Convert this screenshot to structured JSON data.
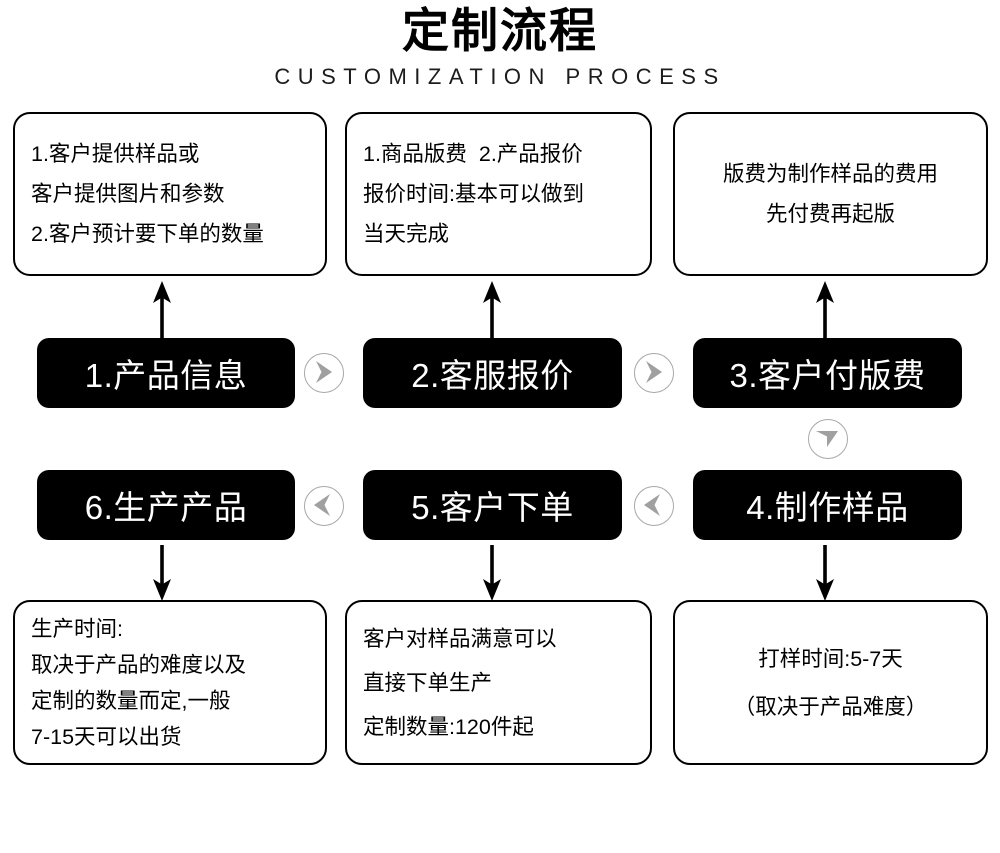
{
  "header": {
    "title": "定制流程",
    "subtitle": "CUSTOMIZATION PROCESS"
  },
  "colors": {
    "step_bg": "#000000",
    "step_text": "#ffffff",
    "card_border": "#000000",
    "card_bg": "#ffffff",
    "connector_circle": "#a8a8a8",
    "connector_arrow": "#000000",
    "page_bg": "#ffffff"
  },
  "steps": [
    {
      "id": "step-1",
      "label": "1.产品信息"
    },
    {
      "id": "step-2",
      "label": "2.客服报价"
    },
    {
      "id": "step-3",
      "label": "3.客户付版费"
    },
    {
      "id": "step-4",
      "label": "4.制作样品"
    },
    {
      "id": "step-5",
      "label": "5.客户下单"
    },
    {
      "id": "step-6",
      "label": "6.生产产品"
    }
  ],
  "top_cards": [
    {
      "id": "card-product-info",
      "align": "left",
      "lines": [
        "1.客户提供样品或",
        "客户提供图片和参数",
        "2.客户预计要下单的数量"
      ]
    },
    {
      "id": "card-quotation",
      "align": "left",
      "lines": [
        "1.商品版费  2.产品报价",
        "报价时间:基本可以做到",
        "当天完成"
      ]
    },
    {
      "id": "card-plate-fee",
      "align": "center",
      "lines": [
        "版费为制作样品的费用",
        "先付费再起版"
      ]
    }
  ],
  "bottom_cards": [
    {
      "id": "card-production-time",
      "align": "left",
      "lines": [
        "生产时间:",
        "取决于产品的难度以及",
        "定制的数量而定,一般",
        "7-15天可以出货"
      ]
    },
    {
      "id": "card-order-placing",
      "align": "left",
      "lines": [
        "客户对样品满意可以",
        "直接下单生产",
        "定制数量:120件起"
      ]
    },
    {
      "id": "card-sampling-time",
      "align": "center",
      "lines": [
        "打样时间:5-7天",
        "（取决于产品难度）"
      ]
    }
  ],
  "connectors": [
    {
      "id": "circle-arrow-right-1",
      "icon": "chevron-right-circle-icon"
    },
    {
      "id": "circle-arrow-right-2",
      "icon": "chevron-right-circle-icon"
    },
    {
      "id": "circle-arrow-down-1",
      "icon": "chevron-down-circle-icon"
    },
    {
      "id": "circle-arrow-left-1",
      "icon": "chevron-left-circle-icon"
    },
    {
      "id": "circle-arrow-left-2",
      "icon": "chevron-left-circle-icon"
    },
    {
      "id": "arrow-up-1",
      "icon": "arrow-up-icon"
    },
    {
      "id": "arrow-up-2",
      "icon": "arrow-up-icon"
    },
    {
      "id": "arrow-up-3",
      "icon": "arrow-up-icon"
    },
    {
      "id": "arrow-down-1",
      "icon": "arrow-down-icon"
    },
    {
      "id": "arrow-down-2",
      "icon": "arrow-down-icon"
    },
    {
      "id": "arrow-down-3",
      "icon": "arrow-down-icon"
    }
  ]
}
